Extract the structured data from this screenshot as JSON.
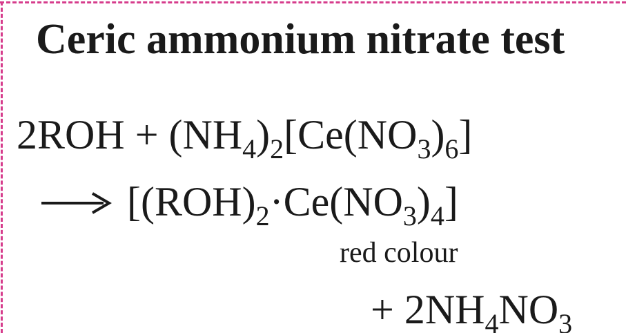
{
  "title": "Ceric ammonium nitrate test",
  "equation": {
    "line1": [
      {
        "t": "2ROH",
        "sub": false
      },
      {
        "t": " + (NH",
        "sub": false
      },
      {
        "t": "4",
        "sub": true
      },
      {
        "t": ")",
        "sub": false
      },
      {
        "t": "2",
        "sub": true
      },
      {
        "t": "[Ce(NO",
        "sub": false
      },
      {
        "t": "3",
        "sub": true
      },
      {
        "t": ")",
        "sub": false
      },
      {
        "t": "6",
        "sub": true
      },
      {
        "t": "]",
        "sub": false
      }
    ],
    "arrow_icon": "right-arrow-icon",
    "line2": [
      {
        "t": "[(ROH)",
        "sub": false
      },
      {
        "t": "2",
        "sub": true
      },
      {
        "t": "·Ce(NO",
        "sub": false
      },
      {
        "t": "3",
        "sub": true
      },
      {
        "t": ")",
        "sub": false
      },
      {
        "t": "4",
        "sub": true
      },
      {
        "t": "]",
        "sub": false
      }
    ],
    "product_note": "red colour",
    "line3": [
      {
        "t": "+ 2NH",
        "sub": false
      },
      {
        "t": "4",
        "sub": true
      },
      {
        "t": "NO",
        "sub": false
      },
      {
        "t": "3",
        "sub": true
      }
    ]
  },
  "colors": {
    "border": "#d63c8c",
    "text": "#1a1a1a"
  }
}
